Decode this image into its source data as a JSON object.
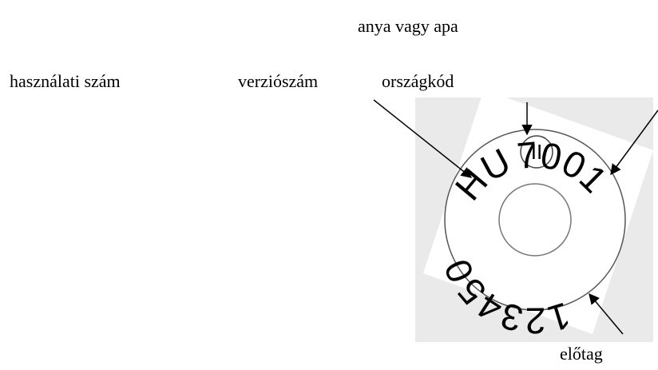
{
  "labels": {
    "parent": "anya vagy apa",
    "usage_number": "használati  szám",
    "version_number": "verziószám",
    "country_code": "országkód",
    "prefix": "előtag"
  },
  "ring": {
    "top_mark": "II",
    "country": "HU",
    "prefix_digits": "7001",
    "usage_digits": "123450"
  }
}
